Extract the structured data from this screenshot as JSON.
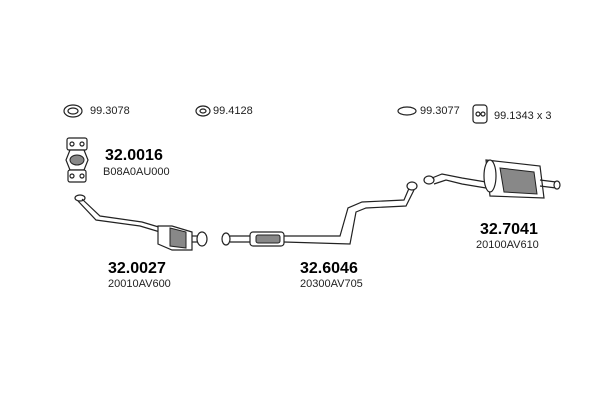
{
  "accessories": [
    {
      "name": "gasket-ring",
      "code": "99.3078"
    },
    {
      "name": "o-ring",
      "code": "99.4128"
    },
    {
      "name": "oval-gasket",
      "code": "99.3077"
    },
    {
      "name": "rubber-hanger",
      "code": "99.1343 x 3"
    }
  ],
  "parts": [
    {
      "name": "front-pipe-flange",
      "number": "32.0016",
      "oe": "B08A0AU000"
    },
    {
      "name": "front-pipe-catalyst",
      "number": "32.0027",
      "oe": "20010AV600"
    },
    {
      "name": "center-pipe",
      "number": "32.6046",
      "oe": "20300AV705"
    },
    {
      "name": "rear-silencer",
      "number": "32.7041",
      "oe": "20100AV610"
    }
  ]
}
